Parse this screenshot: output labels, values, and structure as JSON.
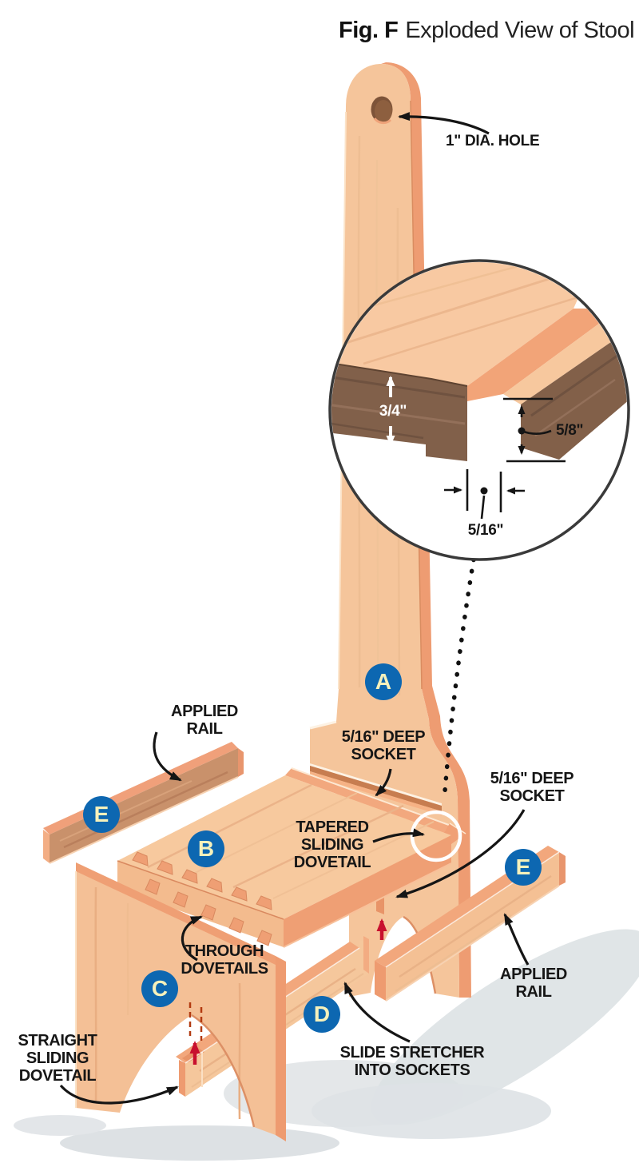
{
  "figure": {
    "prefix": "Fig. F",
    "title": "Exploded View of Stool"
  },
  "callouts": {
    "dia_hole": "1\" DIA. HOLE",
    "applied_rail_left": [
      "APPLIED",
      "RAIL"
    ],
    "deep_socket_left": [
      "5/16\" DEEP",
      "SOCKET"
    ],
    "deep_socket_right": [
      "5/16\" DEEP",
      "SOCKET"
    ],
    "tapered_dovetail": [
      "TAPERED",
      "SLIDING",
      "DOVETAIL"
    ],
    "through_dovetails": [
      "THROUGH",
      "DOVETAILS"
    ],
    "straight_dovetail": [
      "STRAIGHT",
      "SLIDING",
      "DOVETAIL"
    ],
    "slide_stretcher": [
      "SLIDE STRETCHER",
      "INTO SOCKETS"
    ],
    "applied_rail_right": [
      "APPLIED",
      "RAIL"
    ]
  },
  "detail_view": {
    "thickness": "3/4\"",
    "socket_depth": "5/8\"",
    "socket_width": "5/16\""
  },
  "badges": {
    "back_post": "A",
    "seat": "B",
    "front_leg": "C",
    "stretcher": "D",
    "rail_left": "E",
    "rail_right": "E"
  },
  "colors": {
    "badge_blue": "#0d67b1",
    "badge_text": "#f6f1bb",
    "wood_light": "#f5c59b",
    "wood_edge_salmon": "#ee9c72",
    "wood_dark_end": "#81604a",
    "rail_dark_face": "#c9916b",
    "arrow_black": "#151515",
    "arrow_red": "#c8102e",
    "detail_circle_outline": "#3a3a3a"
  }
}
